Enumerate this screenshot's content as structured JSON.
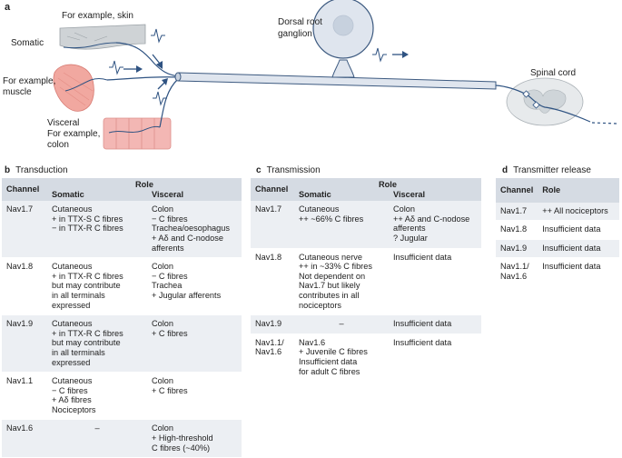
{
  "panel_a": {
    "label": "a",
    "skin_label": "For example,  skin",
    "somatic_label": "Somatic",
    "muscle_label_1": "For example,",
    "muscle_label_2": "muscle",
    "visceral_label": "Visceral",
    "colon_label_1": "For example,",
    "colon_label_2": "colon",
    "drg_label_1": "Dorsal root",
    "drg_label_2": "ganglion",
    "spinal_cord_label": "Spinal cord"
  },
  "panel_b": {
    "label": "b",
    "title": "Transduction",
    "headers": {
      "channel": "Channel",
      "role": "Role",
      "somatic": "Somatic",
      "visceral": "Visceral"
    },
    "rows": [
      {
        "channel": "Nav1.7",
        "somatic": "Cutaneous\n+ in TTX-S C fibres\n− in TTX-R C fibres",
        "visceral": "Colon\n− C fibres\nTrachea/oesophagus\n+ Aδ and C-nodose\n  afferents"
      },
      {
        "channel": "Nav1.8",
        "somatic": "Cutaneous\n+ in TTX-R C fibres\n  but may contribute\n  in all terminals\n  expressed",
        "visceral": "Colon\n− C fibres\nTrachea\n+ Jugular afferents"
      },
      {
        "channel": "Nav1.9",
        "somatic": "Cutaneous\n+ in TTX-R C fibres\n  but may contribute\n  in all terminals\n  expressed",
        "visceral": "Colon\n+ C fibres"
      },
      {
        "channel": "Nav1.1",
        "somatic": "Cutaneous\n− C fibres\n+ Aδ fibres\n  Nociceptors",
        "visceral": "Colon\n+ C fibres"
      },
      {
        "channel": "Nav1.6",
        "somatic": "–",
        "visceral": "Colon\n+ High-threshold\n  C fibres (~40%)"
      }
    ]
  },
  "panel_c": {
    "label": "c",
    "title": "Transmission",
    "headers": {
      "channel": "Channel",
      "role": "Role",
      "somatic": "Somatic",
      "visceral": "Visceral"
    },
    "rows": [
      {
        "channel": "Nav1.7",
        "somatic": "Cutaneous\n++ ~66% C fibres",
        "visceral": "Colon\n++ Aδ and C-nodose\n   afferents\n? Jugular"
      },
      {
        "channel": "Nav1.8",
        "somatic": "Cutaneous nerve\n++ in ~33% C fibres\nNot dependent on\nNav1.7 but likely\ncontributes in all\nnociceptors",
        "visceral": "Insufficient data"
      },
      {
        "channel": "Nav1.9",
        "somatic": "–",
        "visceral": "Insufficient data"
      },
      {
        "channel": "Nav1.1/\nNav1.6",
        "somatic": "Nav1.6\n+ Juvenile C fibres\nInsufficient data\nfor adult C fibres",
        "visceral": "Insufficient data"
      }
    ]
  },
  "panel_d": {
    "label": "d",
    "title": "Transmitter release",
    "headers": {
      "channel": "Channel",
      "role": "Role"
    },
    "rows": [
      {
        "channel": "Nav1.7",
        "role": "++ All nociceptors"
      },
      {
        "channel": "Nav1.8",
        "role": "Insufficient data"
      },
      {
        "channel": "Nav1.9",
        "role": "Insufficient data"
      },
      {
        "channel": "Nav1.1/\nNav1.6",
        "role": "Insufficient data"
      }
    ]
  },
  "colors": {
    "header_bg": "#d5dbe3",
    "row_alt_bg": "#eceff3",
    "axon_fill": "#dfe5ee",
    "axon_stroke": "#3d5a80",
    "nerve_line": "#2f5382",
    "tissue_grey": "#cfd3d6",
    "muscle_pink": "#f1a8a0",
    "colon_pink": "#f3b7b4"
  }
}
